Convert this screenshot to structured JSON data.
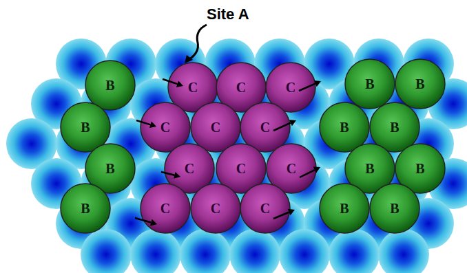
{
  "diagram": {
    "nodes": [
      {
        "text": [
          "B"
        ]
      },
      {
        "text": [
          "C"
        ]
      },
      {
        "text": [
          "C"
        ]
      },
      {
        "text": [
          "C"
        ]
      },
      {
        "text": [
          "B"
        ]
      },
      {
        "text": [
          "B"
        ]
      },
      {
        "text": [
          "B"
        ]
      },
      {
        "text": [
          "C"
        ]
      },
      {
        "text": [
          "C"
        ]
      },
      {
        "text": [
          "C"
        ]
      },
      {
        "text": [
          "B"
        ]
      },
      {
        "text": [
          "B"
        ]
      },
      {
        "text": [
          "B"
        ]
      },
      {
        "text": [
          "C"
        ]
      },
      {
        "text": [
          "C"
        ]
      },
      {
        "text": [
          "C"
        ]
      },
      {
        "text": [
          "B"
        ]
      },
      {
        "text": [
          "B"
        ]
      },
      {
        "text": [
          "B"
        ]
      },
      {
        "text": [
          "C"
        ]
      },
      {
        "text": [
          "C"
        ]
      },
      {
        "text": [
          "C"
        ]
      },
      {
        "text": [
          "B"
        ]
      },
      {
        "text": [
          "B"
        ]
      }
    ],
    "labels": [
      "Site A"
    ]
  }
}
